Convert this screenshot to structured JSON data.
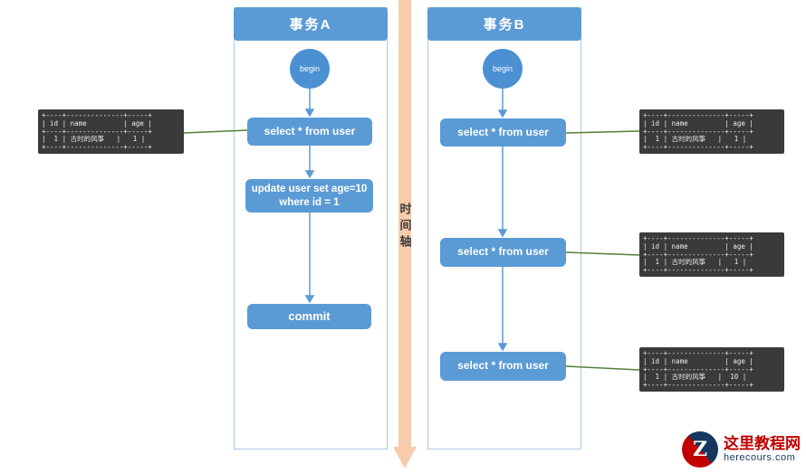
{
  "colors": {
    "primary_blue": "#5b9bd5",
    "circle_blue": "#4a90d2",
    "frame_border_blue": "#a8c9e8",
    "time_axis_peach": "#f8cbad",
    "table_bg": "#3a3a3c",
    "green_connector": "#538135",
    "logo_red": "#c00000",
    "logo_navy": "#17375e"
  },
  "transaction_a": {
    "title": "事务A",
    "begin": "begin",
    "select1": "select * from user",
    "update_line1": "update user set age=10",
    "update_line2": "where id = 1",
    "commit": "commit"
  },
  "transaction_b": {
    "title": "事务B",
    "begin": "begin",
    "select1": "select * from user",
    "select2": "select * from user",
    "select3": "select * from user"
  },
  "time_axis": {
    "label": "时间轴"
  },
  "tables": {
    "left": {
      "text": "+----+--------------+-----+\n| id | name         | age |\n+----+--------------+-----+\n|  1 | 古时的风筝   |   1 |\n+----+--------------+-----+"
    },
    "right_top": {
      "text": "+----+--------------+-----+\n| id | name         | age |\n+----+--------------+-----+\n|  1 | 古时的风筝   |   1 |\n+----+--------------+-----+"
    },
    "right_middle": {
      "text": "+----+--------------+-----+\n| id | name         | age |\n+----+--------------+-----+\n|  1 | 古时的风筝   |   1 |\n+----+--------------+-----+"
    },
    "right_bottom": {
      "text": "+----+--------------+-----+\n| id | name         | age |\n+----+--------------+-----+\n|  1 | 古时的风筝   |  10 |\n+----+--------------+-----+"
    }
  },
  "logo": {
    "letter": "Z",
    "title": "这里教程网",
    "domain": "herecours.com"
  }
}
